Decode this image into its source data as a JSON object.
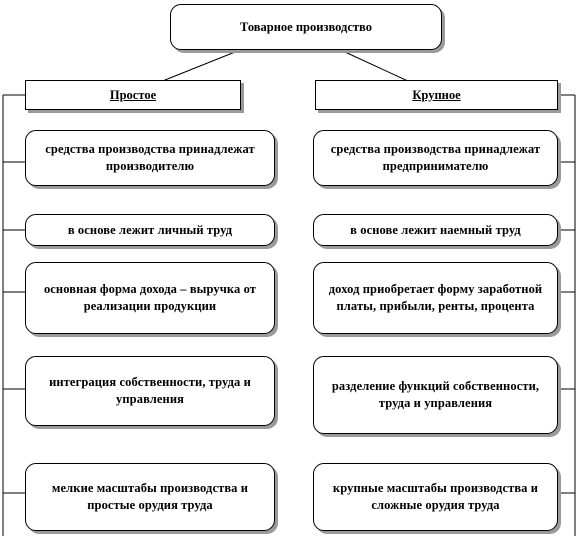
{
  "title": "Товарное производство",
  "left": {
    "header": "Простое",
    "items": [
      "средства производства принадлежат производителю",
      "в основе лежит личный труд",
      "основная форма дохода – выручка от реализации продукции",
      "интеграция собственности, труда и управления",
      "мелкие масштабы производства и простые орудия труда"
    ]
  },
  "right": {
    "header": "Крупное",
    "items": [
      "средства производства принадлежат предпринимателю",
      "в основе лежит наемный труд",
      "доход приобретает форму заработной платы, прибыли, ренты, процента",
      "разделение функций собственности, труда и управления",
      "крупные масштабы производства и сложные орудия труда"
    ]
  }
}
